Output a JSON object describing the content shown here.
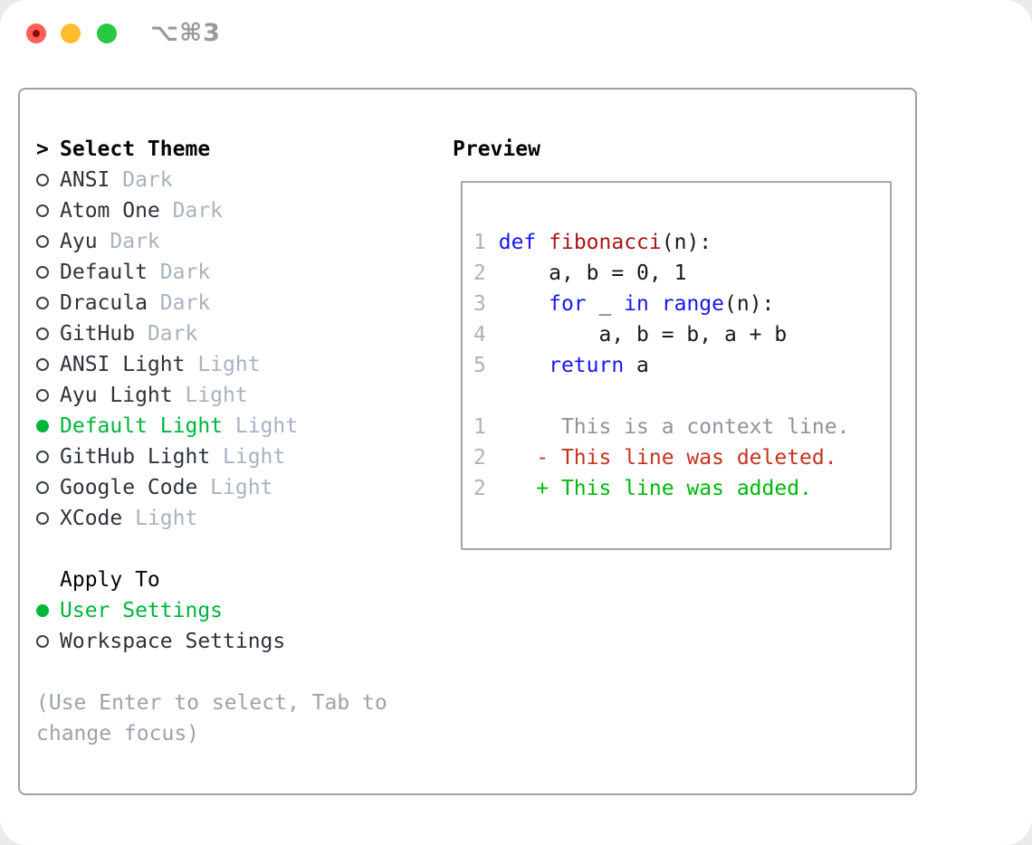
{
  "window": {
    "shortcut_label": "⌥⌘3",
    "controls": [
      {
        "name": "close",
        "color": "#ff5f57"
      },
      {
        "name": "minimize",
        "color": "#febc2e"
      },
      {
        "name": "maximize",
        "color": "#28c840"
      }
    ]
  },
  "theme_selector": {
    "marker": ">",
    "heading": "Select Theme",
    "items": [
      {
        "label": "ANSI",
        "tag": "Dark",
        "selected": false
      },
      {
        "label": "Atom One",
        "tag": "Dark",
        "selected": false
      },
      {
        "label": "Ayu",
        "tag": "Dark",
        "selected": false
      },
      {
        "label": "Default",
        "tag": "Dark",
        "selected": false
      },
      {
        "label": "Dracula",
        "tag": "Dark",
        "selected": false
      },
      {
        "label": "GitHub",
        "tag": "Dark",
        "selected": false
      },
      {
        "label": "ANSI Light",
        "tag": "Light",
        "selected": false
      },
      {
        "label": "Ayu Light",
        "tag": "Light",
        "selected": false
      },
      {
        "label": "Default Light",
        "tag": "Light",
        "selected": true
      },
      {
        "label": "GitHub Light",
        "tag": "Light",
        "selected": false
      },
      {
        "label": "Google Code",
        "tag": "Light",
        "selected": false
      },
      {
        "label": "XCode",
        "tag": "Light",
        "selected": false
      }
    ]
  },
  "apply_to": {
    "heading": "Apply To",
    "options": [
      {
        "label": "User Settings",
        "selected": true
      },
      {
        "label": "Workspace Settings",
        "selected": false
      }
    ]
  },
  "help_text": "(Use Enter to select, Tab to\nchange focus)",
  "preview": {
    "heading": "Preview",
    "lines": [
      {
        "num": "1",
        "tokens": [
          [
            "kw",
            "def"
          ],
          [
            "pl",
            " "
          ],
          [
            "fn",
            "fibonacci"
          ],
          [
            "pl",
            "(n):"
          ]
        ]
      },
      {
        "num": "2",
        "tokens": [
          [
            "pl",
            "    a, b = 0, 1"
          ]
        ]
      },
      {
        "num": "3",
        "tokens": [
          [
            "pl",
            "    "
          ],
          [
            "kw",
            "for"
          ],
          [
            "pl",
            " _ "
          ],
          [
            "kw",
            "in"
          ],
          [
            "pl",
            " "
          ],
          [
            "kw",
            "range"
          ],
          [
            "pl",
            "(n):"
          ]
        ]
      },
      {
        "num": "4",
        "tokens": [
          [
            "pl",
            "        a, b = b, a + b"
          ]
        ]
      },
      {
        "num": "5",
        "tokens": [
          [
            "pl",
            "    "
          ],
          [
            "kw",
            "return"
          ],
          [
            "pl",
            " a"
          ]
        ]
      },
      {
        "num": "",
        "tokens": []
      },
      {
        "num": "1",
        "tokens": [
          [
            "ctx",
            "     This is a context line."
          ]
        ]
      },
      {
        "num": "2",
        "tokens": [
          [
            "del",
            "   - This line was deleted."
          ]
        ]
      },
      {
        "num": "2",
        "tokens": [
          [
            "add",
            "   + This line was added."
          ]
        ]
      }
    ]
  },
  "colors": {
    "selected_green": "#00b43c",
    "keyword_blue": "#1717ef",
    "function_red": "#a61717",
    "deleted_red": "#c5331f",
    "added_green": "#00b80b",
    "tag_gray": "#a8b2c0",
    "line_number_gray": "#a9b3bf",
    "help_gray": "#9aa3ad",
    "panel_border": "#99a1ac"
  }
}
